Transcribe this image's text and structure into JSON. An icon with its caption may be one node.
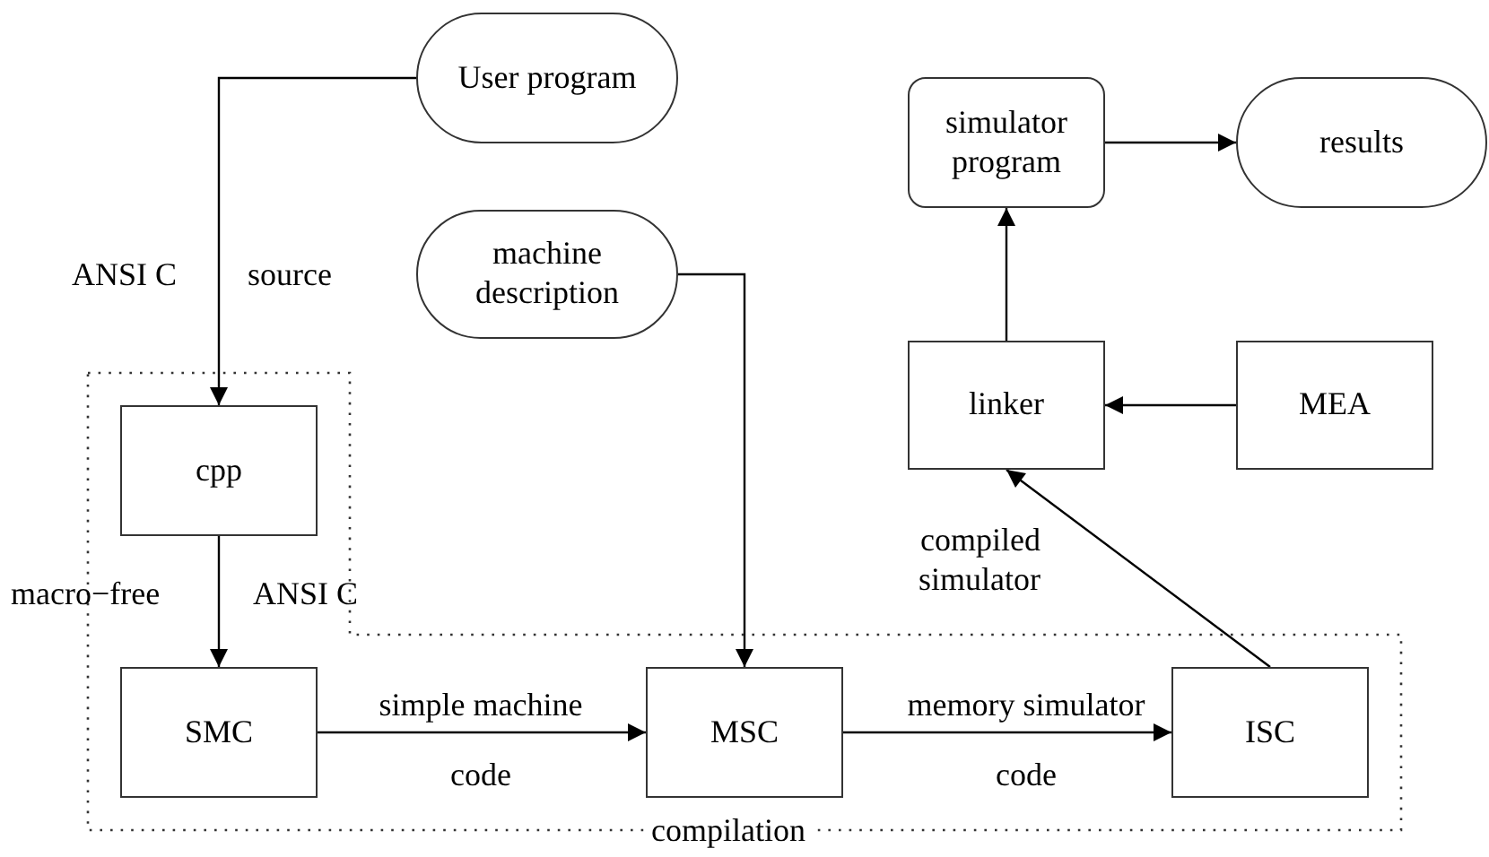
{
  "diagram": {
    "nodes": [
      {
        "text": [
          "User program"
        ]
      },
      {
        "text": [
          "machine description"
        ]
      },
      {
        "text": [
          "compilation"
        ]
      },
      {
        "text": [
          "cpp"
        ],
        "in": 2
      },
      {
        "text": [
          "SMC"
        ],
        "in": 2
      },
      {
        "text": [
          "MSC"
        ],
        "in": 2
      },
      {
        "text": [
          "ISC"
        ],
        "in": 2
      },
      {
        "text": [
          "simulator program"
        ]
      },
      {
        "text": [
          "results"
        ]
      },
      {
        "text": [
          "linker"
        ]
      },
      {
        "text": [
          "MEA"
        ]
      }
    ],
    "edges": [
      {
        "from": 0,
        "to": 3,
        "arrow": "to"
      },
      {
        "from": 3,
        "to": 4,
        "arrow": "to"
      },
      {
        "from": 4,
        "to": 5,
        "arrow": "to",
        "label": "simple machine code"
      },
      {
        "from": 1,
        "to": 5,
        "arrow": "to"
      },
      {
        "from": 5,
        "to": 6,
        "arrow": "to",
        "label": "memory simulator code"
      },
      {
        "from": 6,
        "to": 9,
        "arrow": "to",
        "label": "compiled simulator"
      },
      {
        "from": 10,
        "to": 9,
        "arrow": "to"
      },
      {
        "from": 9,
        "to": 7,
        "arrow": "to"
      },
      {
        "from": 7,
        "to": 8,
        "arrow": "to"
      }
    ],
    "labels": [
      "ANSI C",
      "source",
      "macro−free",
      "ANSI C"
    ]
  }
}
